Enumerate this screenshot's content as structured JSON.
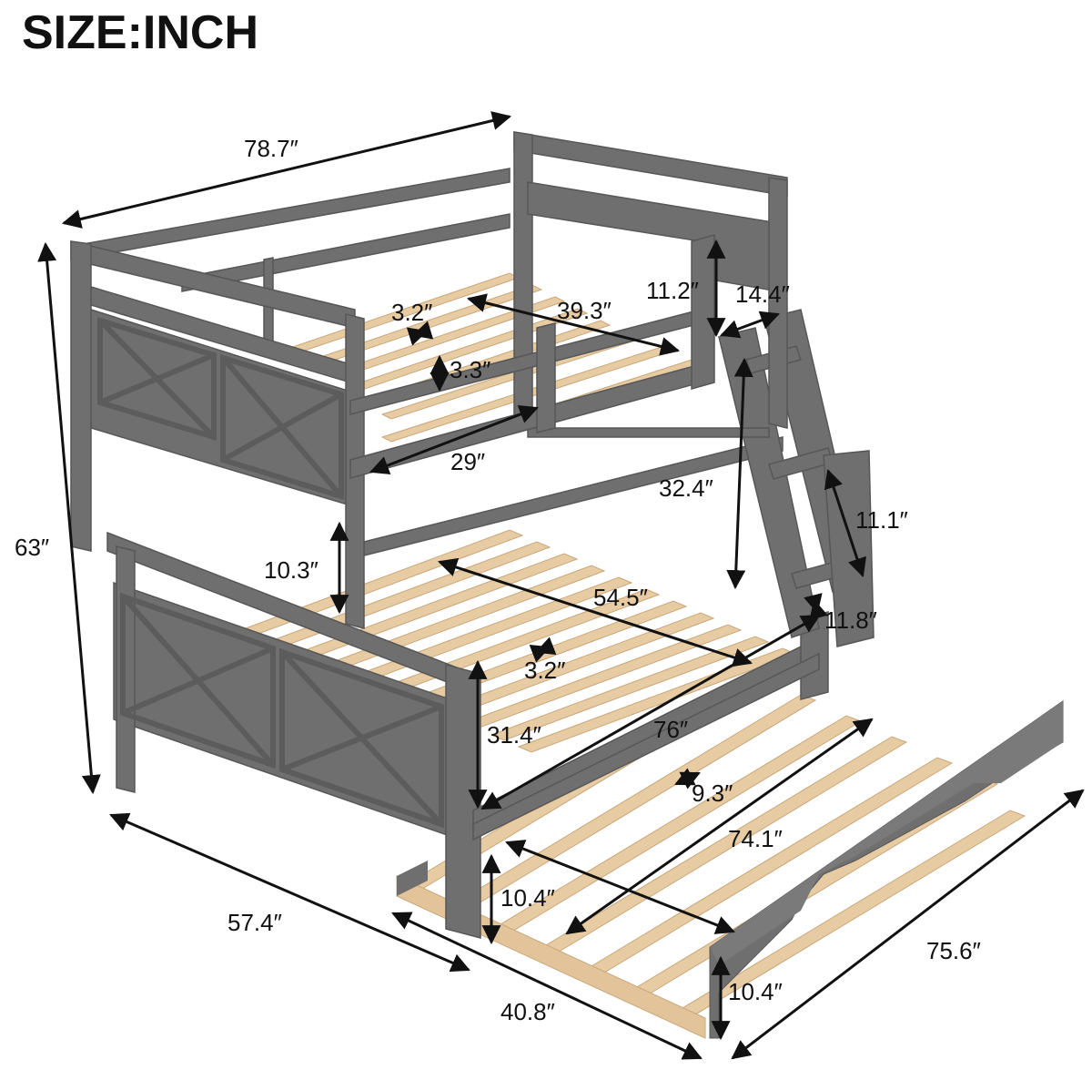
{
  "title": "SIZE:INCH",
  "colors": {
    "frame": "#6f6f6f",
    "frame_dark": "#575757",
    "frame_light": "#8a8a8a",
    "slat": "#e7cba3",
    "slat_edge": "#c9a77a",
    "dimension_line": "#111111"
  },
  "dimensions": {
    "overall_length": "78.7″",
    "overall_height": "63″",
    "upper_slat_gap": "3.2″",
    "upper_inner_length": "39.3″",
    "upper_guard_height": "11.2″",
    "ladder_width": "14.4″",
    "upper_rail_gap": "3.3″",
    "upper_opening": "29″",
    "ladder_height": "32.4″",
    "step_spacing": "11.1″",
    "lower_clearance": "10.3″",
    "lower_inner_width": "54.5″",
    "step_depth": "11.8″",
    "lower_slat_gap": "3.2″",
    "lower_end_height": "31.4″",
    "lower_inner_length": "76″",
    "trundle_slat_gap": "9.3″",
    "trundle_inner_length": "74.1″",
    "trundle_clearance": "10.4″",
    "overall_width": "57.4″",
    "trundle_width": "40.8″",
    "trundle_height": "10.4″",
    "trundle_length": "75.6″"
  }
}
